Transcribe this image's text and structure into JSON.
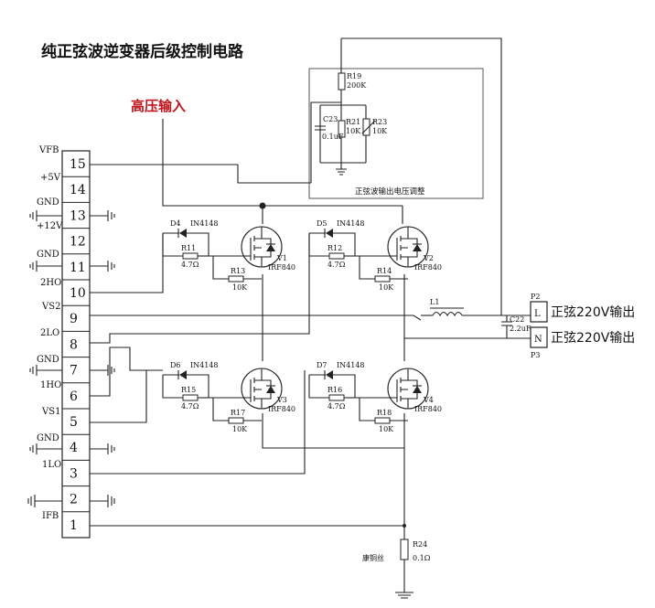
{
  "title": "纯正弦波逆变器后级控制电路",
  "hv_input": "高压输入",
  "connector_pins": [
    "15",
    "14",
    "13",
    "12",
    "11",
    "10",
    "9",
    "8",
    "7",
    "6",
    "5",
    "4",
    "3",
    "2",
    "1"
  ],
  "pin_labels": {
    "vfb": "VFB",
    "p5v": "+5V",
    "gnd13": "GND",
    "p12v": "+12V",
    "gnd11": "GND",
    "ho2": "2HO",
    "vs2": "VS2",
    "lo2": "2LO",
    "gnd7": "GND",
    "ho1": "1HO",
    "vs1": "VS1",
    "gnd4": "GND",
    "lo1": "1LO",
    "ifb": "IFB"
  },
  "feedback": {
    "r19": "R19",
    "r19v": "200K",
    "c23": "C23",
    "c23v": "0.1uF",
    "r21": "R21",
    "r21v": "10K",
    "r23": "R23",
    "r23v": "10K",
    "label": "正弦波输出电压调整"
  },
  "components": {
    "d4": "D4",
    "d4t": "IN4148",
    "r11": "R11",
    "r11v": "4.7Ω",
    "r13": "R13",
    "r13v": "10K",
    "v1": "V1",
    "v1t": "IRF840",
    "d5": "D5",
    "d5t": "IN4148",
    "r12": "R12",
    "r12v": "4.7Ω",
    "r14": "R14",
    "r14v": "10K",
    "v2": "V2",
    "v2t": "IRF840",
    "d6": "D6",
    "d6t": "IN4148",
    "r15": "R15",
    "r15v": "4.7Ω",
    "r17": "R17",
    "r17v": "10K",
    "v3": "V3",
    "v3t": "IRF840",
    "d7": "D7",
    "d7t": "IN4148",
    "r16": "R16",
    "r16v": "4.7Ω",
    "r18": "R18",
    "r18v": "10K",
    "v4": "V4",
    "v4t": "IRF840",
    "l1": "L1",
    "c22": "C22",
    "c22v": "2.2uF",
    "r24": "R24",
    "r24v": "0.1Ω",
    "r24m": "康铜丝"
  },
  "output": {
    "p2": "P2",
    "p3": "P3",
    "l": "L",
    "n": "N",
    "out_l": "正弦220V输出",
    "out_n": "正弦220V输出"
  }
}
